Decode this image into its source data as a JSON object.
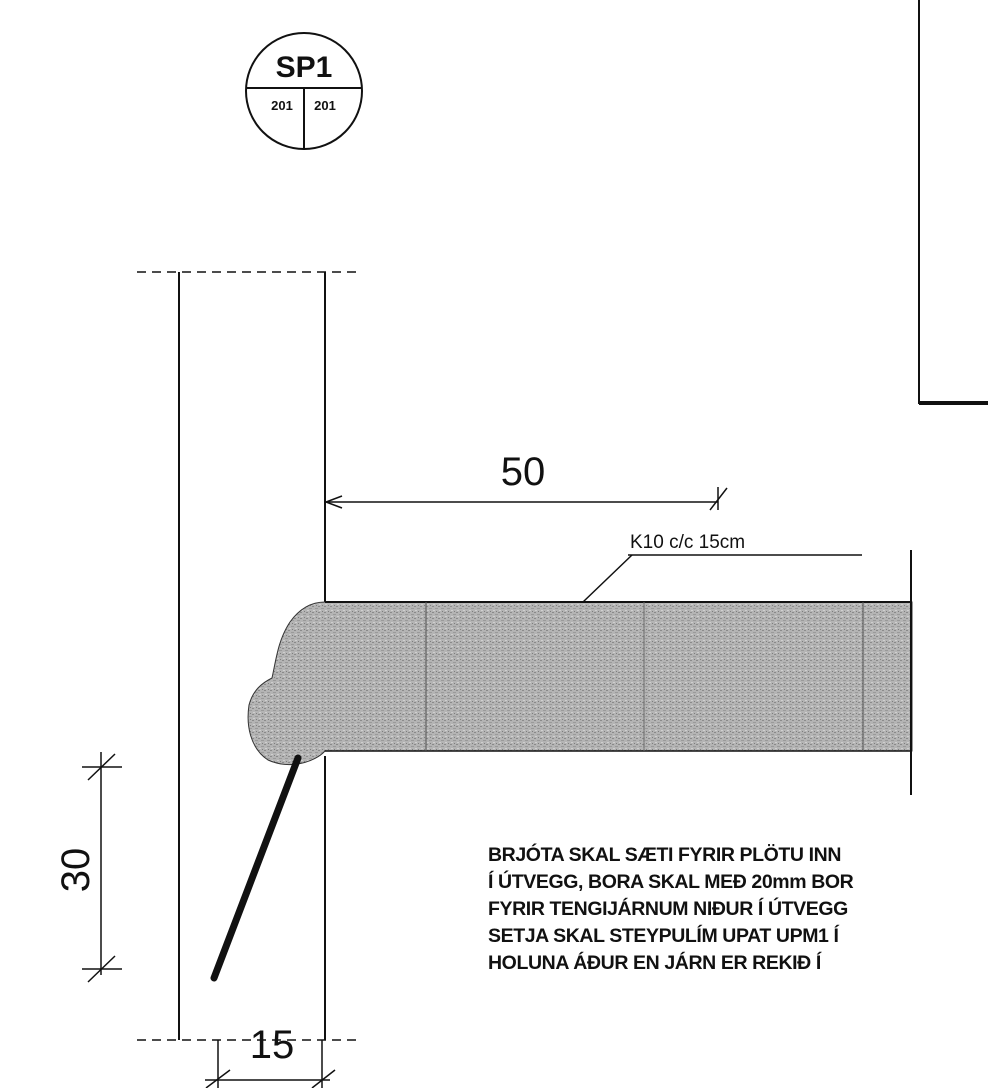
{
  "section_marker": {
    "id": "SP1",
    "sheet_left": "201",
    "sheet_right": "201"
  },
  "dimensions": {
    "slab_embed": "50",
    "rebar_depth": "30",
    "rebar_offset": "15"
  },
  "rebar_callout": "K10 c/c 15cm",
  "note_lines": [
    "BRJÓTA SKAL SÆTI FYRIR PLÖTU INN",
    "Í ÚTVEGG, BORA SKAL MEÐ 20mm BOR",
    "FYRIR TENGIJÁRNUM NIÐUR Í ÚTVEGG",
    "SETJA SKAL STEYPULÍM UPAT UPM1 Í",
    "HOLUNA ÁÐUR EN JÁRN ER REKIÐ Í"
  ]
}
